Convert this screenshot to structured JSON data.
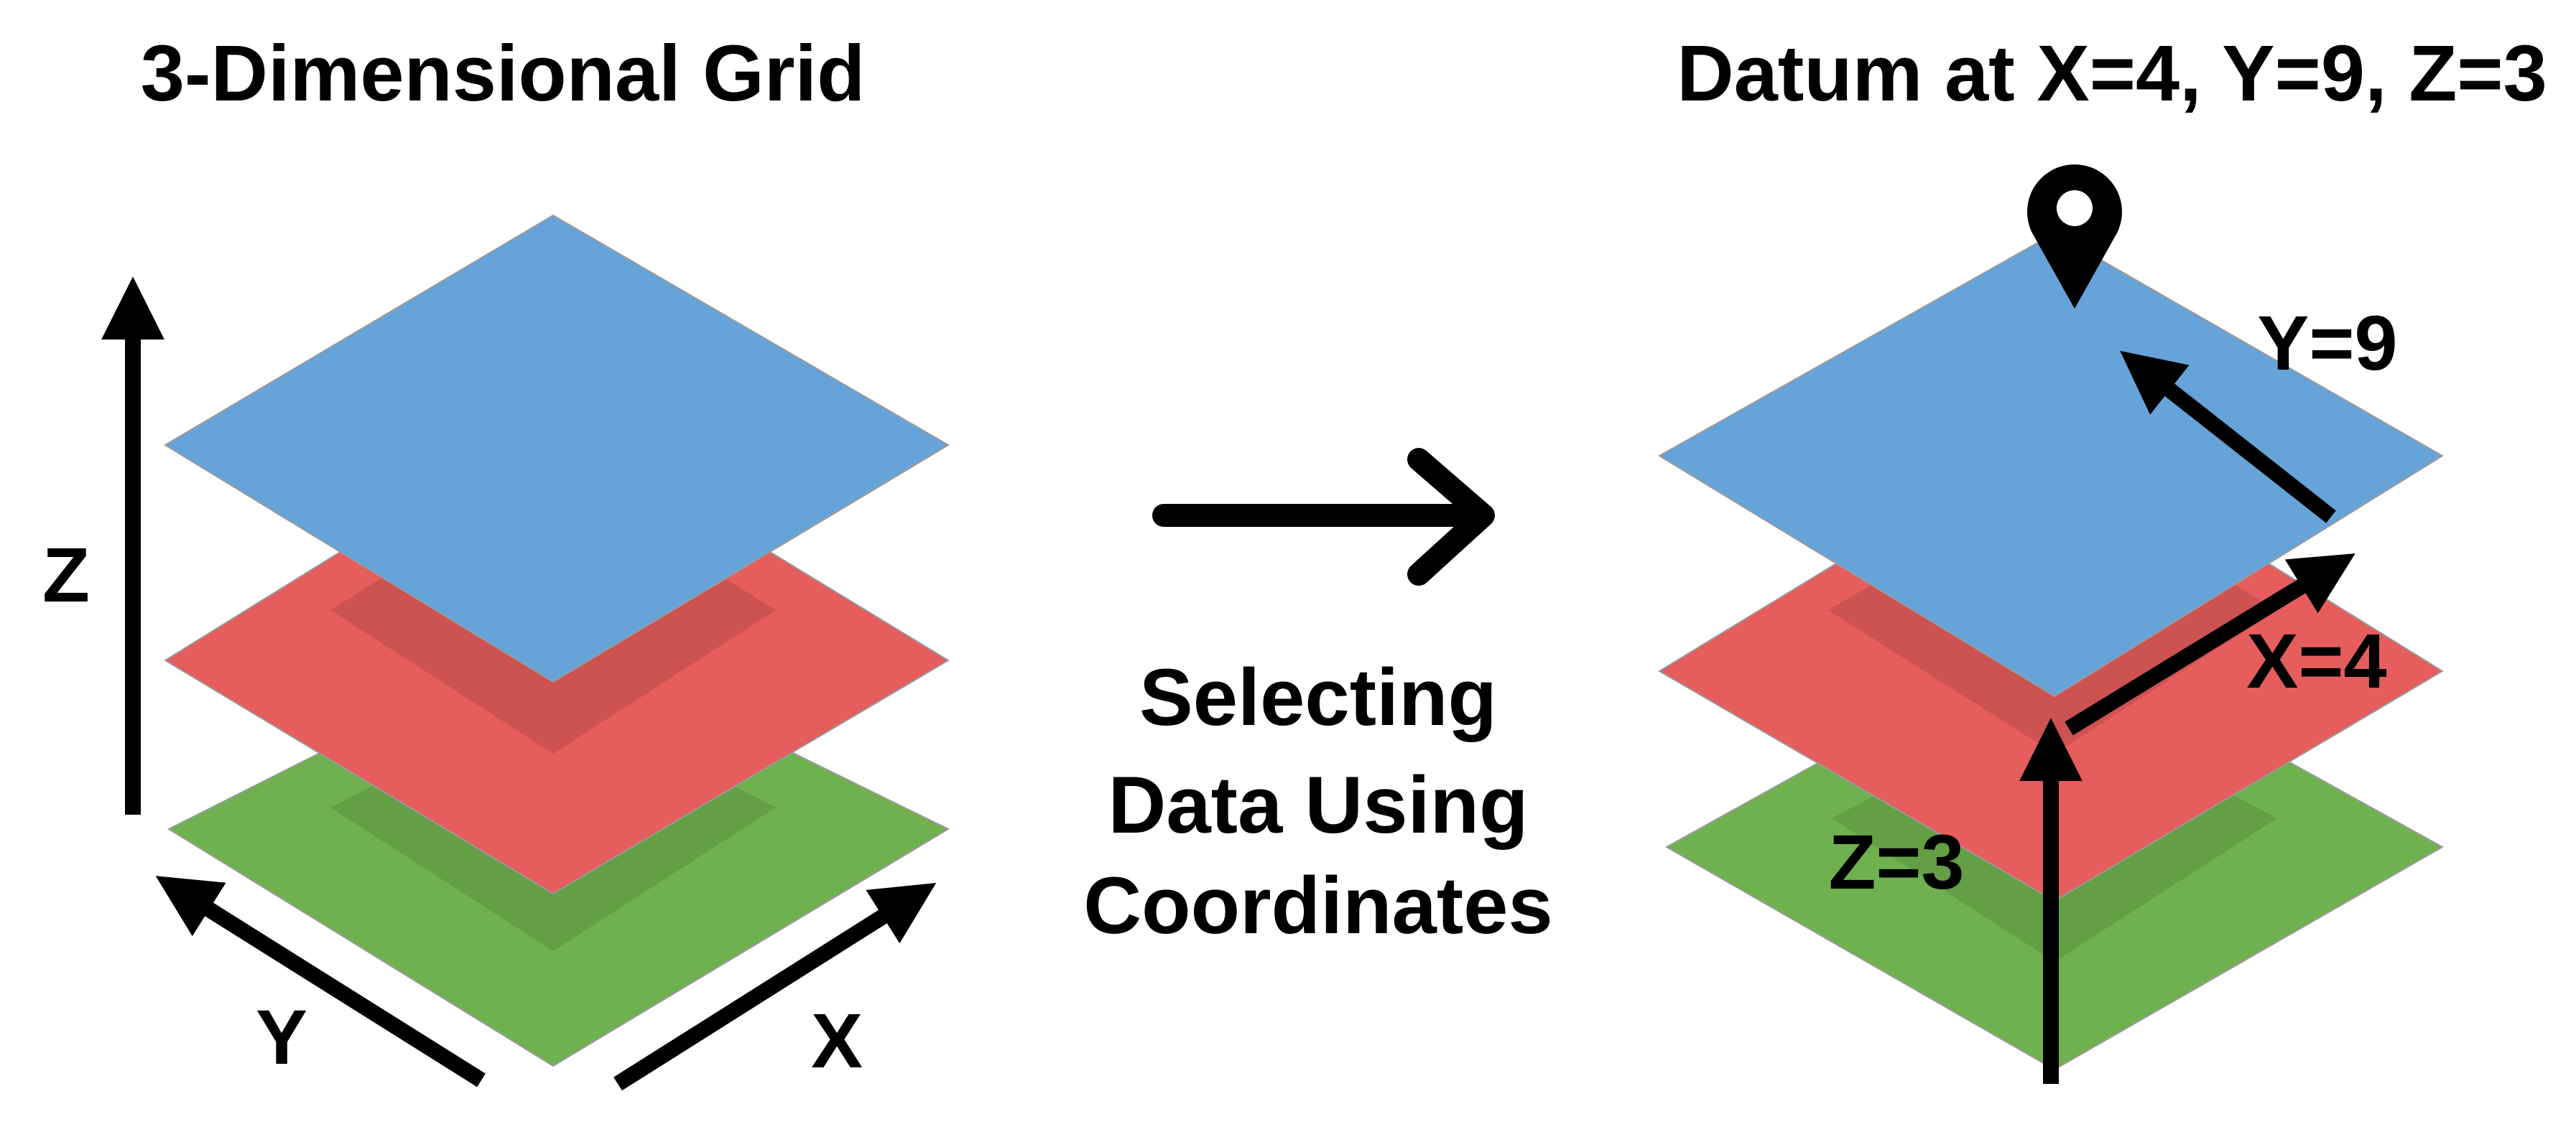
{
  "left_panel": {
    "title": "3-Dimensional Grid",
    "axis_z": "Z",
    "axis_y": "Y",
    "axis_x": "X"
  },
  "middle": {
    "caption_line1": "Selecting",
    "caption_line2": "Data Using",
    "caption_line3": "Coordinates"
  },
  "right_panel": {
    "title": "Datum at X=4, Y=9, Z=3",
    "label_y": "Y=9",
    "label_x": "X=4",
    "label_z": "Z=3"
  },
  "layers": [
    {
      "name": "bottom",
      "color": "#70b14f"
    },
    {
      "name": "middle",
      "color": "#e55d5c"
    },
    {
      "name": "top",
      "color": "#66a3d8"
    }
  ],
  "icons": {
    "pin": "map-pin-icon",
    "transition_arrow": "arrow-right-icon"
  }
}
